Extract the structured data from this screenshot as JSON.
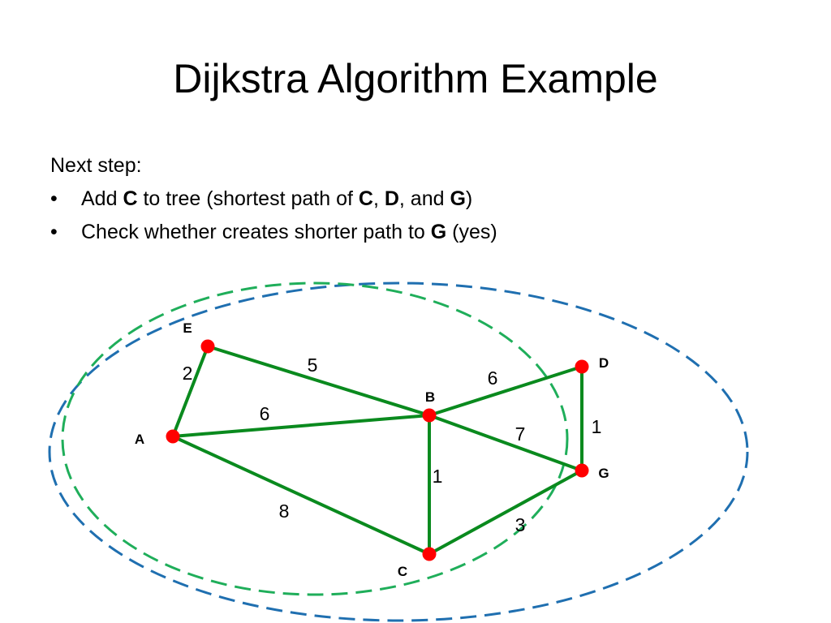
{
  "slide": {
    "title": "Dijkstra Algorithm Example",
    "intro": "Next step:",
    "bullet_char": "•",
    "bullets": [
      {
        "parts": [
          {
            "text": "Add ",
            "bold": false
          },
          {
            "text": "C",
            "bold": true
          },
          {
            "text": " to tree (shortest path of ",
            "bold": false
          },
          {
            "text": "C",
            "bold": true
          },
          {
            "text": ", ",
            "bold": false
          },
          {
            "text": "D",
            "bold": true
          },
          {
            "text": ", and ",
            "bold": false
          },
          {
            "text": "G",
            "bold": true
          },
          {
            "text": ")",
            "bold": false
          }
        ]
      },
      {
        "parts": [
          {
            "text": "Check whether creates shorter path to ",
            "bold": false
          },
          {
            "text": "G",
            "bold": true
          },
          {
            "text": " (yes)",
            "bold": false
          }
        ]
      }
    ]
  },
  "graph": {
    "colors": {
      "edge": "#0a8a1e",
      "node": "#ff0000",
      "outer_region": "#1f6fb0",
      "inner_region": "#1fae5a"
    },
    "nodes": [
      {
        "id": "A",
        "label": "A"
      },
      {
        "id": "B",
        "label": "B"
      },
      {
        "id": "C",
        "label": "C"
      },
      {
        "id": "D",
        "label": "D"
      },
      {
        "id": "E",
        "label": "E"
      },
      {
        "id": "G",
        "label": "G"
      }
    ],
    "edges": [
      {
        "from": "A",
        "to": "E",
        "weight": "2"
      },
      {
        "from": "E",
        "to": "B",
        "weight": "5"
      },
      {
        "from": "A",
        "to": "B",
        "weight": "6"
      },
      {
        "from": "A",
        "to": "C",
        "weight": "8"
      },
      {
        "from": "B",
        "to": "D",
        "weight": "6"
      },
      {
        "from": "B",
        "to": "G",
        "weight": "7"
      },
      {
        "from": "B",
        "to": "C",
        "weight": "1"
      },
      {
        "from": "C",
        "to": "G",
        "weight": "3"
      },
      {
        "from": "D",
        "to": "G",
        "weight": "1"
      }
    ]
  }
}
